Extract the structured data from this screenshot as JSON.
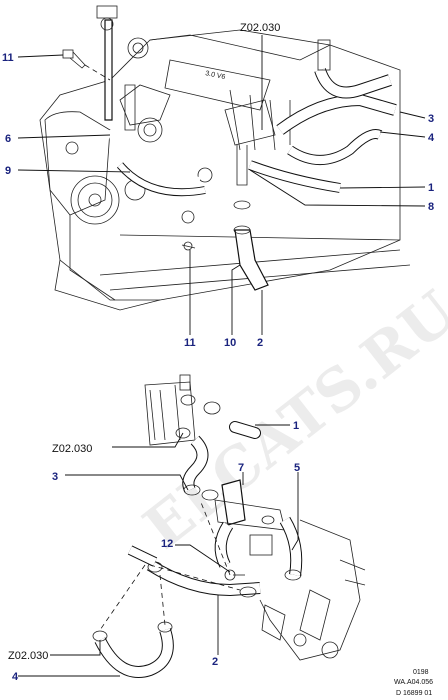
{
  "watermark": "ELCATS.RU",
  "refs": {
    "z_top": "Z02.030",
    "z_mid": "Z02.030",
    "z_bot": "Z02.030"
  },
  "callouts": {
    "c11_top": "11",
    "c6": "6",
    "c9": "9",
    "c3_top": "3",
    "c4_top": "4",
    "c1_top": "1",
    "c8": "8",
    "c11_bot": "11",
    "c10": "10",
    "c2_top": "2",
    "c1_mid": "1",
    "c3_mid": "3",
    "c7": "7",
    "c5": "5",
    "c12": "12",
    "c4_bot": "4",
    "c2_bot": "2"
  },
  "footer": {
    "line1": "0198",
    "line2": "WA.A04.056",
    "line3": "D 16899 01"
  },
  "colors": {
    "callout": "#1a237e",
    "line": "#111111"
  }
}
